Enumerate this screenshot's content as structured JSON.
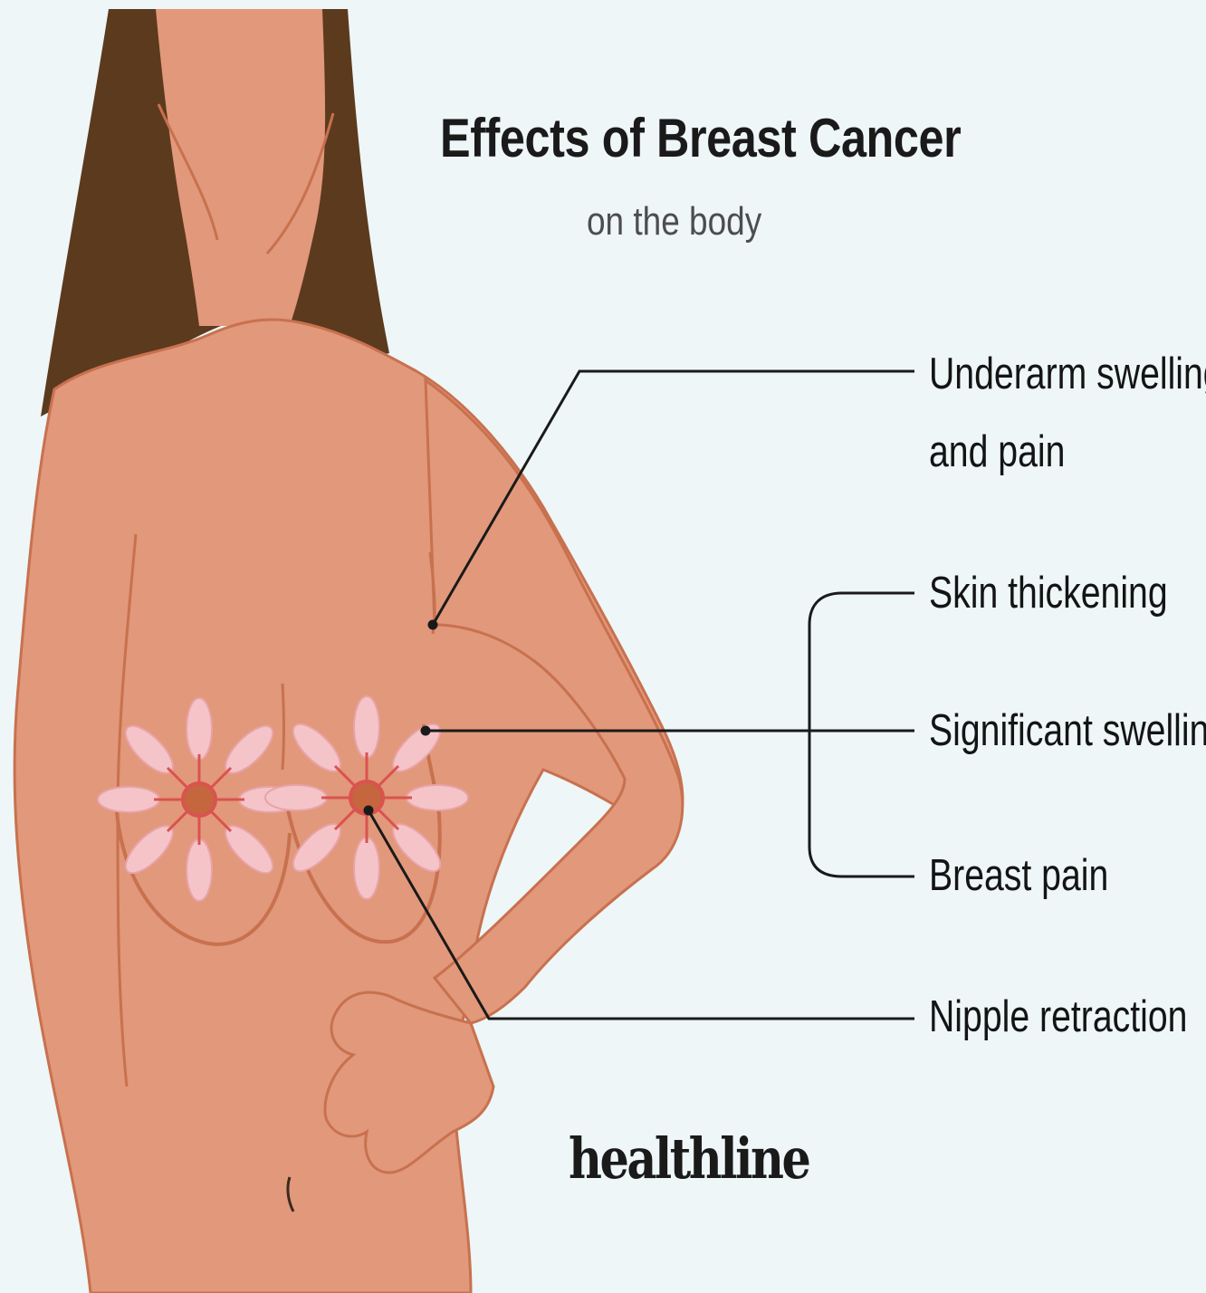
{
  "title": "Effects of Breast Cancer",
  "subtitle": "on the body",
  "callouts": {
    "underarm": {
      "line1": "Underarm swelling",
      "line2": "and pain"
    },
    "skin_thickening": "Skin thickening",
    "significant_swelling": "Significant swelling",
    "breast_pain": "Breast pain",
    "nipple_retraction": "Nipple retraction"
  },
  "brand": "healthline",
  "colors": {
    "background": "#eef6f8",
    "skin": "#e2987a",
    "skin_outline": "#c8714f",
    "hair": "#5c3a1e",
    "tissue": "#f5c4c8",
    "areola": "#c5663e",
    "leader_line": "#1a1a1a",
    "text": "#141414"
  }
}
